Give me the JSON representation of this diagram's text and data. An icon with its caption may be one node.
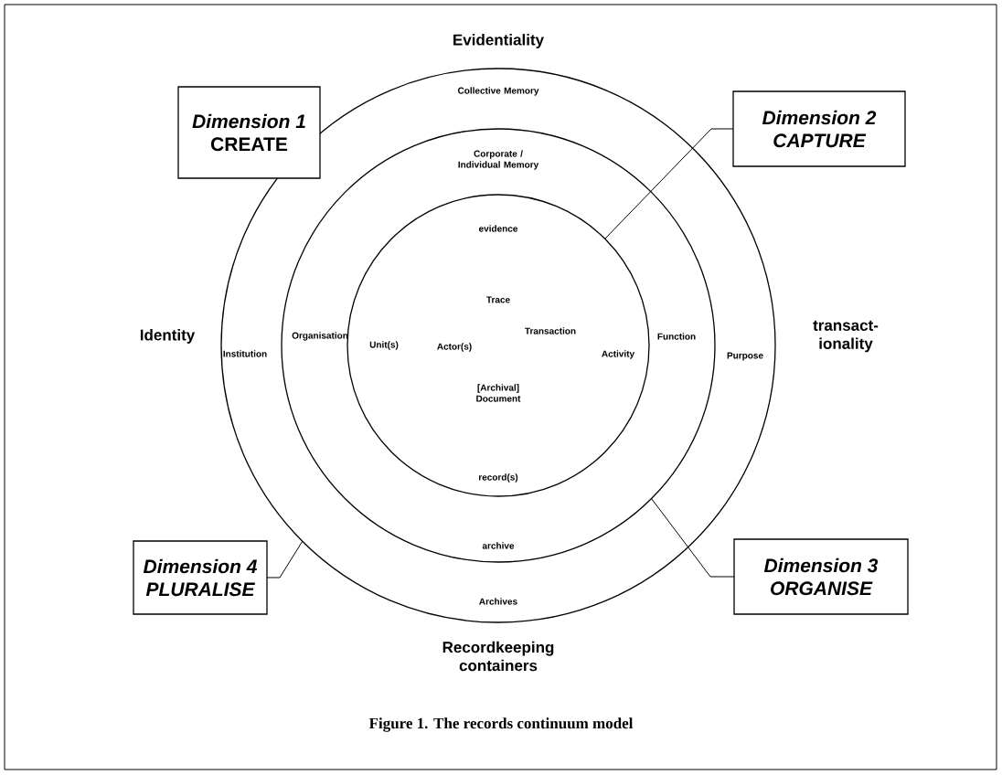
{
  "diagram": {
    "caption": "Figure 1. The records continuum model",
    "nodes": [
      {
        "text": [],
        "shape": "circle"
      },
      {
        "text": [],
        "shape": "circle",
        "in": 0
      },
      {
        "text": [],
        "shape": "circle",
        "in": 1
      },
      {
        "text": [
          "Dimension 1",
          "CREATE"
        ]
      },
      {
        "text": [
          "Dimension 2",
          "CAPTURE"
        ]
      },
      {
        "text": [
          "Dimension 3",
          "ORGANISE"
        ]
      },
      {
        "text": [
          "Dimension 4",
          "PLURALISE"
        ]
      }
    ],
    "edges": [
      {
        "from": 4,
        "to": 2,
        "arrow": "none"
      },
      {
        "from": 5,
        "to": 1,
        "arrow": "none"
      },
      {
        "from": 6,
        "to": 0,
        "arrow": "none"
      }
    ],
    "labels": [
      "Evidentiality",
      "Collective Memory",
      "Corporate / Individual Memory",
      "evidence",
      "Trace",
      "Identity",
      "Institution",
      "Organisation",
      "Unit(s)",
      "Actor(s)",
      "Transaction",
      "Activity",
      "Function",
      "Purpose",
      "transact- ionality",
      "[Archival] Document",
      "record(s)",
      "archive",
      "Archives",
      "Recordkeeping containers"
    ]
  }
}
